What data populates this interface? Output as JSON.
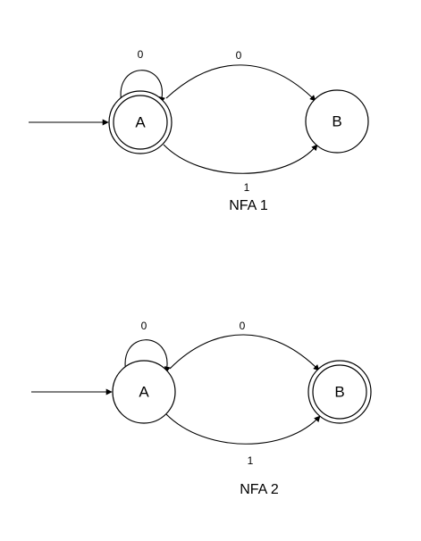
{
  "diagrams": [
    {
      "caption": "NFA 1",
      "states": {
        "A": {
          "label": "A",
          "accepting": true,
          "start": true
        },
        "B": {
          "label": "B",
          "accepting": false,
          "start": false
        }
      },
      "transitions": {
        "self_A": {
          "from": "A",
          "to": "A",
          "label": "0"
        },
        "A_to_B_top": {
          "from": "A",
          "to": "B",
          "label": "0"
        },
        "A_to_B_bottom": {
          "from": "A",
          "to": "B",
          "label": "1"
        }
      }
    },
    {
      "caption": "NFA 2",
      "states": {
        "A": {
          "label": "A",
          "accepting": false,
          "start": true
        },
        "B": {
          "label": "B",
          "accepting": true,
          "start": false
        }
      },
      "transitions": {
        "self_A": {
          "from": "A",
          "to": "A",
          "label": "0"
        },
        "A_to_B_top": {
          "from": "A",
          "to": "B",
          "label": "0"
        },
        "A_to_B_bottom": {
          "from": "A",
          "to": "B",
          "label": "1"
        }
      }
    }
  ],
  "colors": {
    "stroke": "#000000",
    "background": "#ffffff"
  }
}
